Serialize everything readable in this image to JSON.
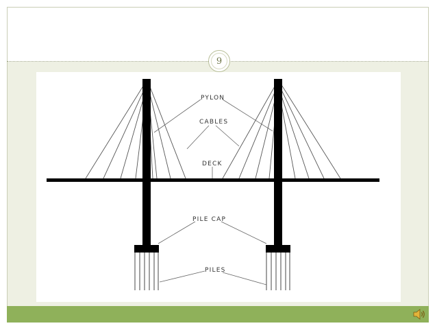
{
  "slide": {
    "page_number": "9"
  },
  "diagram": {
    "labels": {
      "pylon": "Pylon",
      "cables": "Cables",
      "deck": "Deck",
      "pile_cap": "Pile Cap",
      "piles": "Piles"
    }
  },
  "icons": {
    "speaker": "speaker-icon"
  },
  "colors": {
    "footer_bar": "#8fb15a",
    "frame": "#eef0e3",
    "structure": "#000000"
  }
}
